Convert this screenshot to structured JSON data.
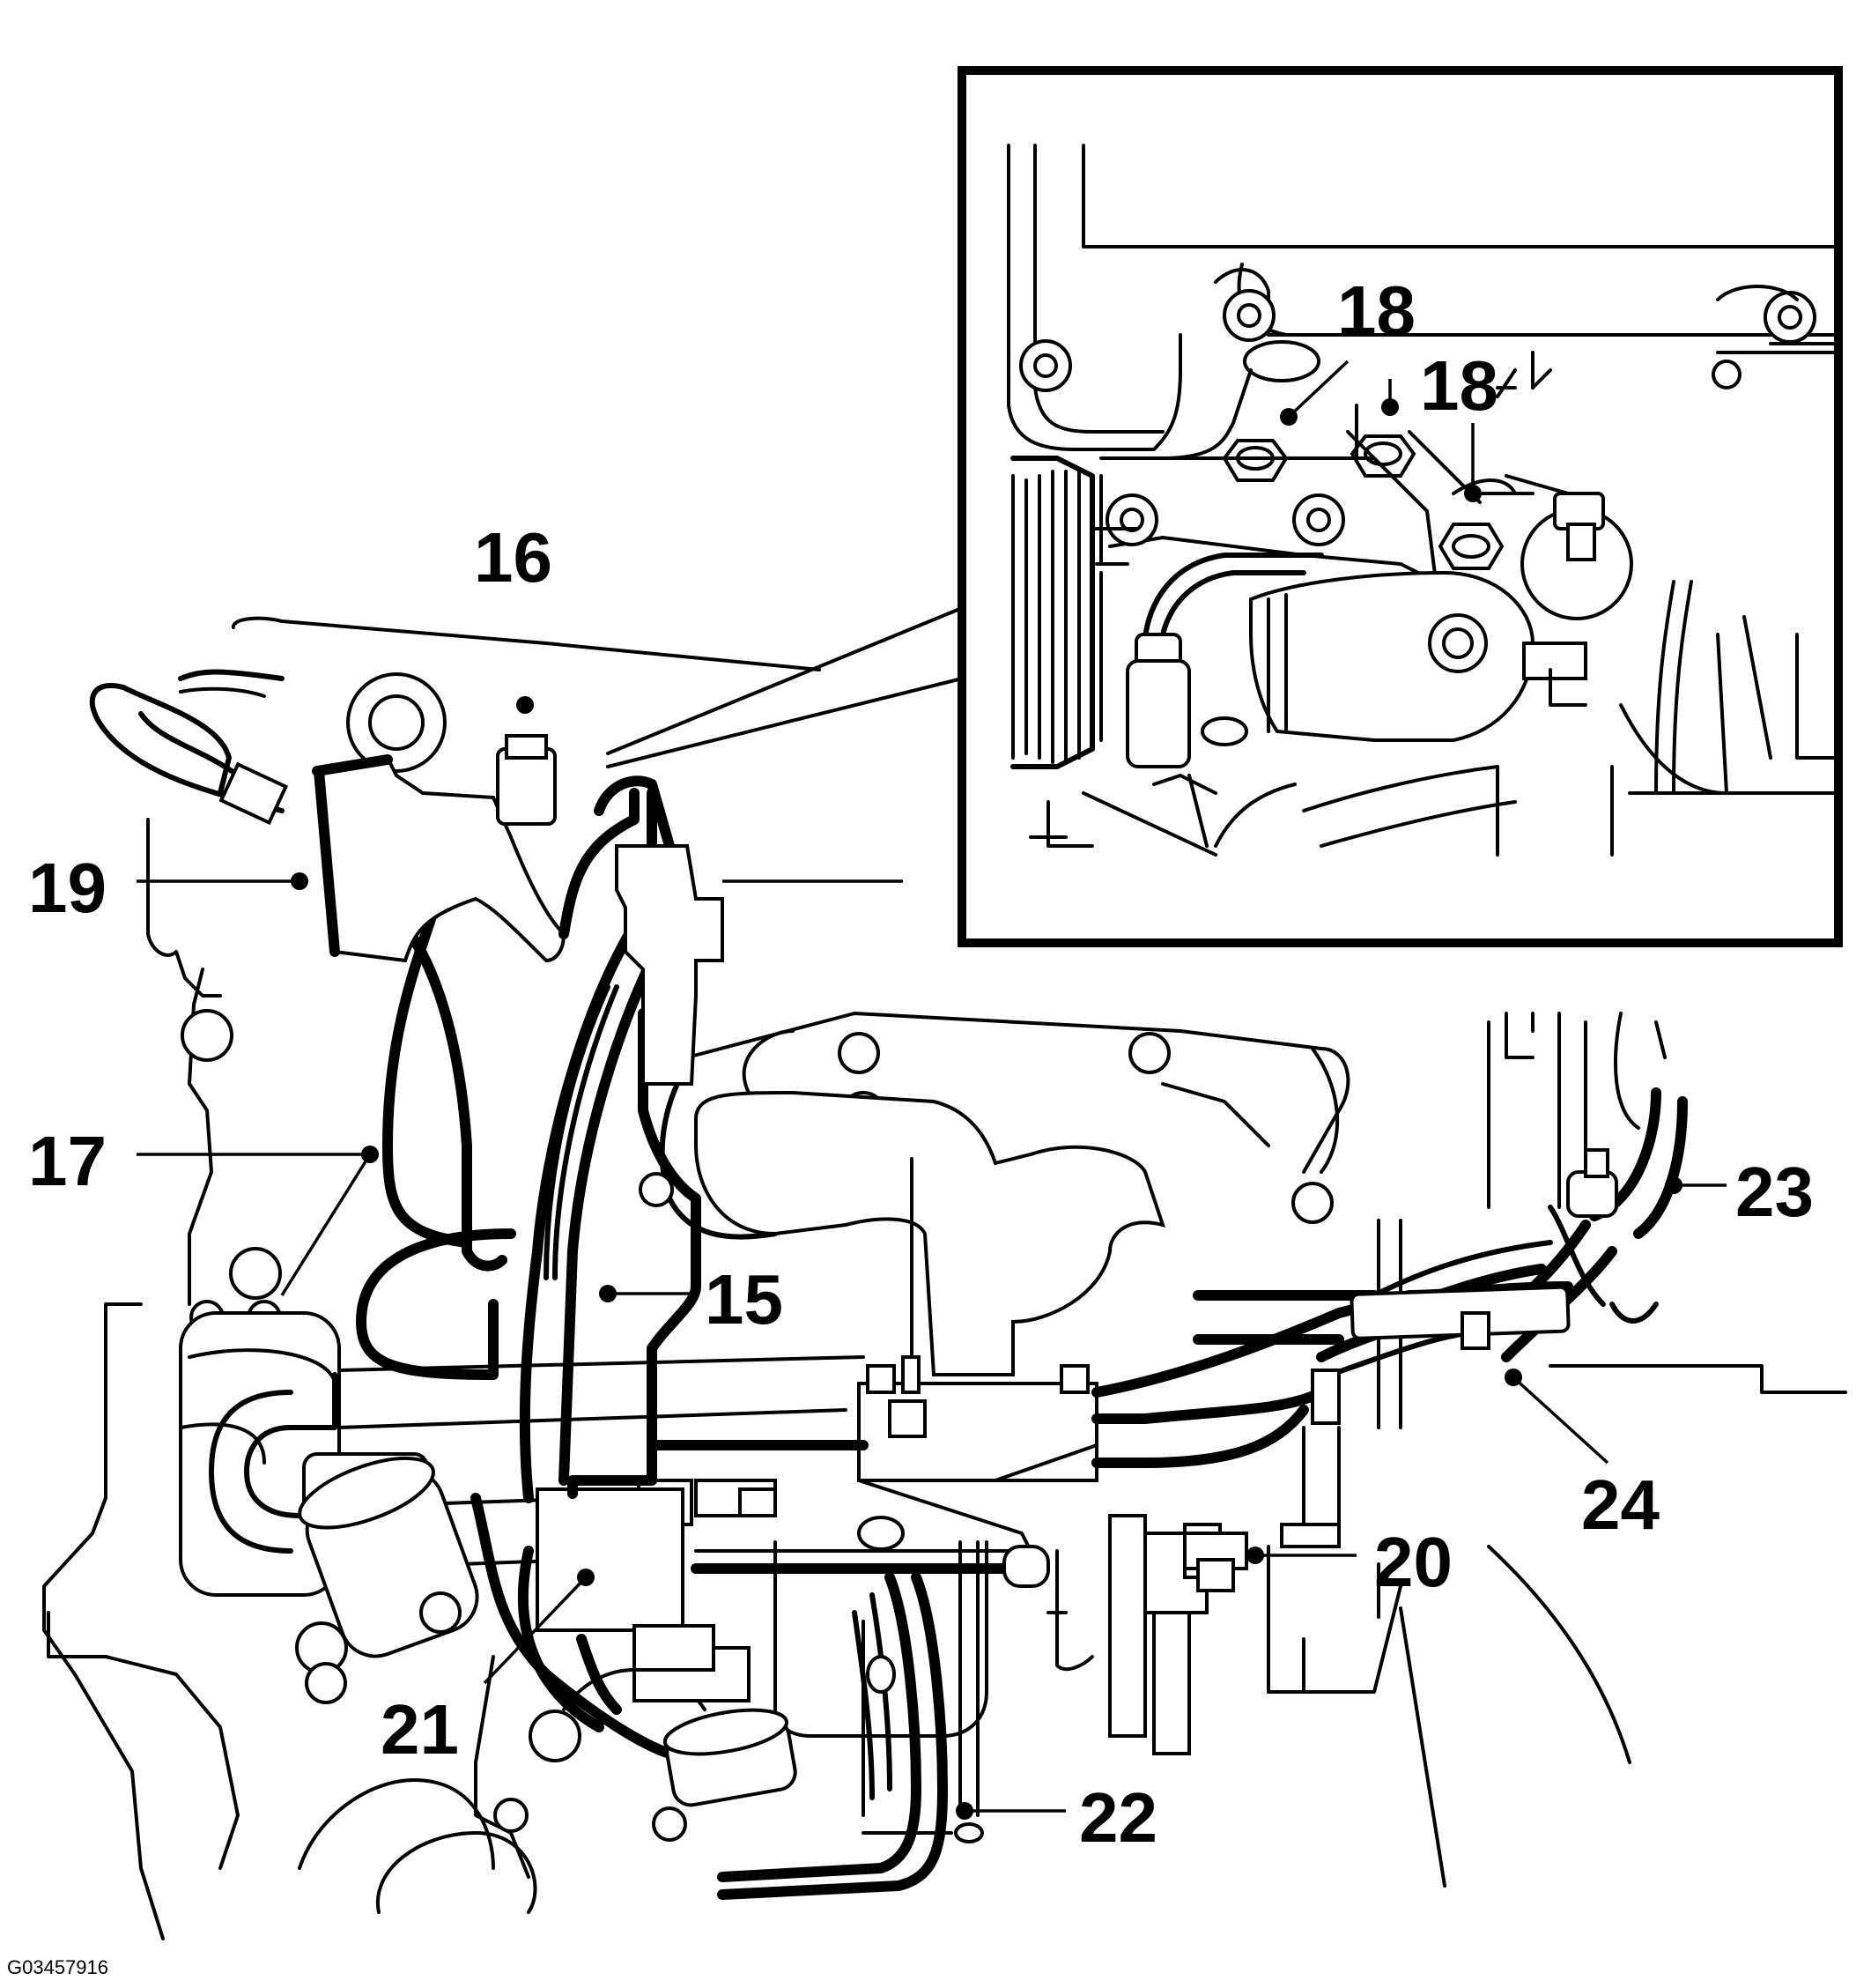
{
  "figure_id": "G03457916",
  "callouts": [
    {
      "id": "c15",
      "label": "15"
    },
    {
      "id": "c16",
      "label": "16"
    },
    {
      "id": "c17",
      "label": "17"
    },
    {
      "id": "c18a",
      "label": "18"
    },
    {
      "id": "c18b",
      "label": "18"
    },
    {
      "id": "c19",
      "label": "19"
    },
    {
      "id": "c20",
      "label": "20"
    },
    {
      "id": "c21",
      "label": "21"
    },
    {
      "id": "c22",
      "label": "22"
    },
    {
      "id": "c23",
      "label": "23"
    },
    {
      "id": "c24",
      "label": "24"
    }
  ]
}
